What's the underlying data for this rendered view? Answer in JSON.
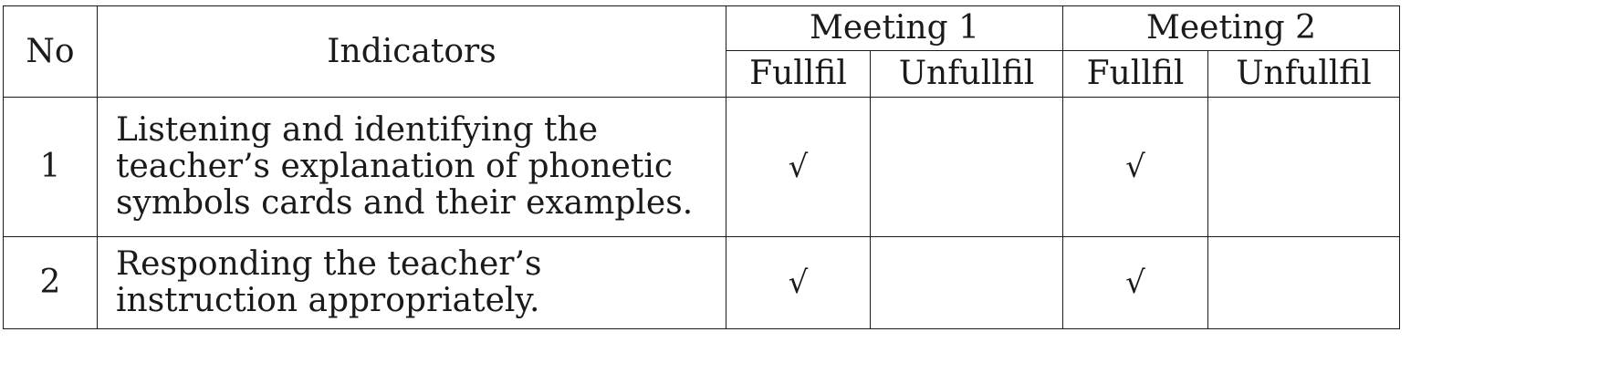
{
  "table": {
    "header": {
      "no": "No",
      "indicators": "Indicators",
      "meeting1": "Meeting 1",
      "meeting2": "Meeting 2",
      "fulfil": "Fullfil",
      "unfulfil": "Unfullfil"
    },
    "rows": [
      {
        "no": "1",
        "indicator": "Listening and identifying the teacher’s explanation of phonetic symbols cards and their examples.",
        "m1_fulfil": "√",
        "m1_unfulfil": "",
        "m2_fulfil": "√",
        "m2_unfulfil": ""
      },
      {
        "no": "2",
        "indicator": "Responding the teacher’s instruction appropriately.",
        "m1_fulfil": "√",
        "m1_unfulfil": "",
        "m2_fulfil": "√",
        "m2_unfulfil": ""
      }
    ]
  }
}
